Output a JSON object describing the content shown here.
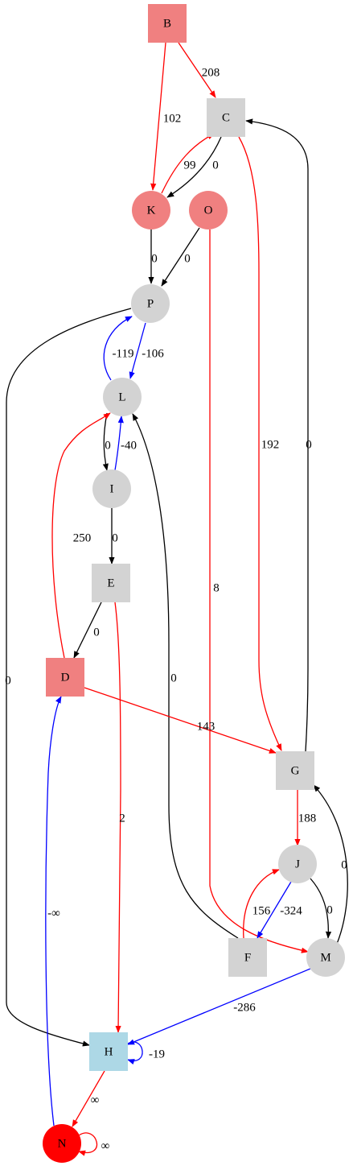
{
  "colors": {
    "gray": "#d3d3d3",
    "salmon": "#f08080",
    "red": "#ff0000",
    "lightblue": "#add8e6",
    "black": "#000000",
    "blue_edge": "#0000ff",
    "red_edge": "#ff0000"
  },
  "nodes": [
    {
      "id": "B",
      "label": "B",
      "shape": "square",
      "fill": "salmon"
    },
    {
      "id": "C",
      "label": "C",
      "shape": "square",
      "fill": "gray"
    },
    {
      "id": "K",
      "label": "K",
      "shape": "circle",
      "fill": "salmon"
    },
    {
      "id": "O",
      "label": "O",
      "shape": "circle",
      "fill": "salmon"
    },
    {
      "id": "P",
      "label": "P",
      "shape": "circle",
      "fill": "gray"
    },
    {
      "id": "L",
      "label": "L",
      "shape": "circle",
      "fill": "gray"
    },
    {
      "id": "I",
      "label": "I",
      "shape": "circle",
      "fill": "gray"
    },
    {
      "id": "E",
      "label": "E",
      "shape": "square",
      "fill": "gray"
    },
    {
      "id": "D",
      "label": "D",
      "shape": "square",
      "fill": "salmon"
    },
    {
      "id": "G",
      "label": "G",
      "shape": "square",
      "fill": "gray"
    },
    {
      "id": "J",
      "label": "J",
      "shape": "circle",
      "fill": "gray"
    },
    {
      "id": "F",
      "label": "F",
      "shape": "square",
      "fill": "gray"
    },
    {
      "id": "M",
      "label": "M",
      "shape": "circle",
      "fill": "gray"
    },
    {
      "id": "H",
      "label": "H",
      "shape": "square",
      "fill": "lightblue"
    },
    {
      "id": "N",
      "label": "N",
      "shape": "circle",
      "fill": "red"
    }
  ],
  "edges": [
    {
      "from": "B",
      "to": "C",
      "label": "208",
      "color": "red_edge"
    },
    {
      "from": "B",
      "to": "K",
      "label": "102",
      "color": "red_edge"
    },
    {
      "from": "K",
      "to": "C",
      "label": "99",
      "color": "red_edge"
    },
    {
      "from": "C",
      "to": "K",
      "label": "0",
      "color": "black"
    },
    {
      "from": "K",
      "to": "P",
      "label": "0",
      "color": "black"
    },
    {
      "from": "O",
      "to": "P",
      "label": "0",
      "color": "black"
    },
    {
      "from": "C",
      "to": "G",
      "label": "192",
      "color": "red_edge"
    },
    {
      "from": "G",
      "to": "C",
      "label": "0",
      "color": "black"
    },
    {
      "from": "O",
      "to": "M",
      "label": "8",
      "color": "red_edge"
    },
    {
      "from": "L",
      "to": "P",
      "label": "-119",
      "color": "blue_edge"
    },
    {
      "from": "P",
      "to": "L",
      "label": "-106",
      "color": "blue_edge"
    },
    {
      "from": "P",
      "to": "H",
      "label": "0",
      "color": "black"
    },
    {
      "from": "L",
      "to": "I",
      "label": "0",
      "color": "black"
    },
    {
      "from": "I",
      "to": "L",
      "label": "-40",
      "color": "blue_edge"
    },
    {
      "from": "D",
      "to": "L",
      "label": "250",
      "color": "red_edge"
    },
    {
      "from": "F",
      "to": "L",
      "label": "0",
      "color": "black"
    },
    {
      "from": "I",
      "to": "E",
      "label": "0",
      "color": "black"
    },
    {
      "from": "E",
      "to": "D",
      "label": "0",
      "color": "black"
    },
    {
      "from": "E",
      "to": "H",
      "label": "2",
      "color": "red_edge"
    },
    {
      "from": "D",
      "to": "G",
      "label": "143",
      "color": "red_edge"
    },
    {
      "from": "N",
      "to": "D",
      "label": "-∞",
      "color": "blue_edge"
    },
    {
      "from": "G",
      "to": "J",
      "label": "188",
      "color": "red_edge"
    },
    {
      "from": "M",
      "to": "G",
      "label": "0",
      "color": "black"
    },
    {
      "from": "J",
      "to": "M",
      "label": "0",
      "color": "black"
    },
    {
      "from": "J",
      "to": "F",
      "label": "-324",
      "color": "blue_edge"
    },
    {
      "from": "F",
      "to": "J",
      "label": "156",
      "color": "red_edge"
    },
    {
      "from": "M",
      "to": "H",
      "label": "-286",
      "color": "blue_edge"
    },
    {
      "from": "H",
      "to": "H",
      "label": "-19",
      "color": "blue_edge"
    },
    {
      "from": "H",
      "to": "N",
      "label": "∞",
      "color": "red_edge"
    },
    {
      "from": "N",
      "to": "N",
      "label": "∞",
      "color": "red_edge"
    }
  ]
}
